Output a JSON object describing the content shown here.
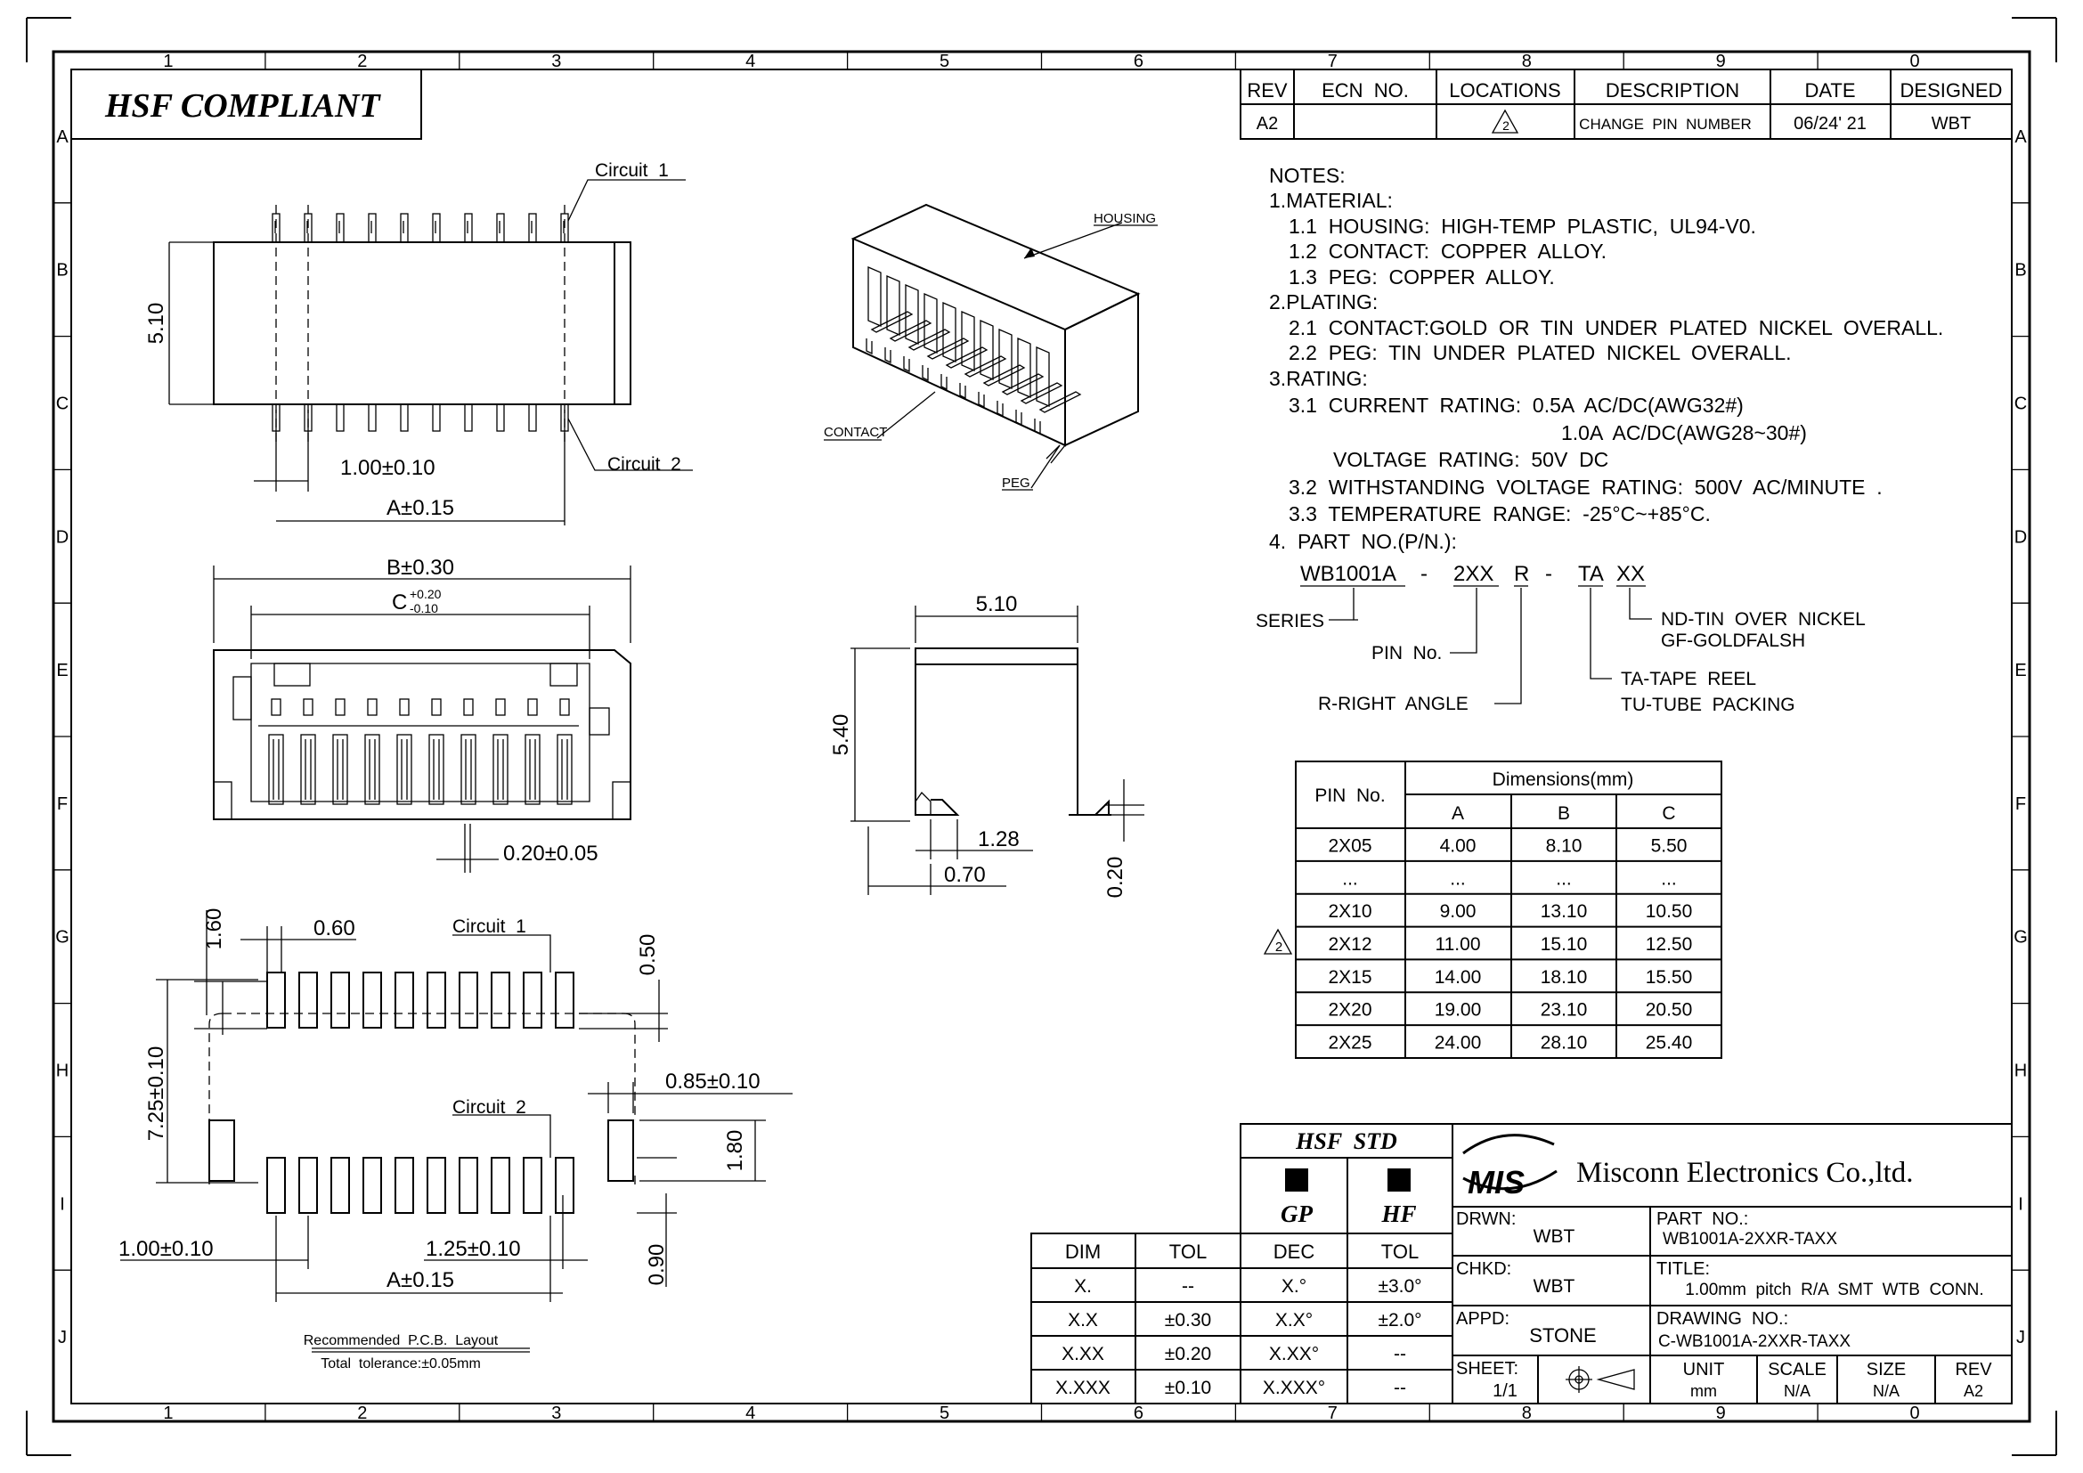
{
  "compliance": "HSF  COMPLIANT",
  "grid": {
    "columns": [
      "1",
      "2",
      "3",
      "4",
      "5",
      "6",
      "7",
      "8",
      "9",
      "0"
    ],
    "rows": [
      "A",
      "B",
      "C",
      "D",
      "E",
      "F",
      "G",
      "H",
      "I",
      "J"
    ]
  },
  "revision_table": {
    "headers": [
      "REV",
      "ECN  NO.",
      "LOCATIONS",
      "DESCRIPTION",
      "DATE",
      "DESIGNED"
    ],
    "row": {
      "rev": "A2",
      "ecn": "",
      "location": "2",
      "description": "CHANGE  PIN  NUMBER",
      "date": "06/24' 21",
      "designed": "WBT"
    }
  },
  "notes": {
    "lines": [
      "NOTES:",
      "1.MATERIAL:",
      "1.1  HOUSING:  HIGH-TEMP  PLASTIC,  UL94-V0.",
      "1.2  CONTACT:  COPPER  ALLOY.",
      "1.3  PEG:  COPPER  ALLOY.",
      "2.PLATING:",
      "2.1  CONTACT:GOLD  OR  TIN  UNDER  PLATED  NICKEL  OVERALL.",
      "2.2  PEG:  TIN  UNDER  PLATED  NICKEL  OVERALL.",
      "3.RATING:",
      "3.1  CURRENT  RATING:  0.5A  AC/DC(AWG32#)",
      "1.0A  AC/DC(AWG28~30#)",
      "VOLTAGE  RATING:  50V  DC",
      "3.2  WITHSTANDING  VOLTAGE  RATING:  500V  AC/MINUTE  .",
      "3.3  TEMPERATURE  RANGE:  -25°C~+85°C.",
      "4.  PART  NO.(P/N.):"
    ]
  },
  "part_number": {
    "segments": [
      "WB1001A",
      "-",
      "2XX",
      "R",
      "-",
      "TA",
      "XX"
    ],
    "labels": {
      "series": "SERIES",
      "pin_no": "PIN  No.",
      "right_angle": "R-RIGHT  ANGLE",
      "plating_nd": "ND-TIN  OVER  NICKEL",
      "plating_gf": "GF-GOLDFALSH",
      "pack_ta": "TA-TAPE  REEL",
      "pack_tu": "TU-TUBE  PACKING"
    }
  },
  "dim_table": {
    "pin_header": "PIN  No.",
    "group_header": "Dimensions(mm)",
    "cols": [
      "A",
      "B",
      "C"
    ],
    "rows": [
      [
        "2X05",
        "4.00",
        "8.10",
        "5.50"
      ],
      [
        "...",
        "...",
        "...",
        "..."
      ],
      [
        "2X10",
        "9.00",
        "13.10",
        "10.50"
      ],
      [
        "2X12",
        "11.00",
        "15.10",
        "12.50"
      ],
      [
        "2X15",
        "14.00",
        "18.10",
        "15.50"
      ],
      [
        "2X20",
        "19.00",
        "23.10",
        "20.50"
      ],
      [
        "2X25",
        "24.00",
        "28.10",
        "25.40"
      ]
    ],
    "revision_mark": "2"
  },
  "top_view": {
    "circuit1": "Circuit  1",
    "circuit2": "Circuit  2",
    "height": "5.10",
    "pitch": "1.00±0.10",
    "a_dim": "A±0.15"
  },
  "front_view": {
    "b_dim": "B±0.30",
    "c_dim": "C",
    "c_plus": "+0.20",
    "c_minus": "-0.10",
    "pin_width": "0.20±0.05"
  },
  "iso_view": {
    "housing": "HOUSING",
    "contact": "CONTACT",
    "peg": "PEG"
  },
  "side_view": {
    "width": "5.10",
    "height": "5.40",
    "d1": "1.28",
    "d2": "0.70",
    "d3": "0.20"
  },
  "pcb_layout": {
    "d160": "1.60",
    "d060": "0.60",
    "d050": "0.50",
    "d725": "7.25±0.10",
    "d085": "0.85±0.10",
    "d180": "1.80",
    "d100": "1.00±0.10",
    "d125": "1.25±0.10",
    "a_dim": "A±0.15",
    "d090": "0.90",
    "circuit1": "Circuit  1",
    "circuit2": "Circuit  2",
    "caption1": "Recommended  P.C.B.  Layout",
    "caption2": "Total  tolerance:±0.05mm"
  },
  "tolerance_table": {
    "headers": [
      "DIM",
      "TOL",
      "DEC",
      "TOL"
    ],
    "rows": [
      [
        "X.",
        "--",
        "X.°",
        "±3.0°"
      ],
      [
        "X.X",
        "±0.30",
        "X.X°",
        "±2.0°"
      ],
      [
        "X.XX",
        "±0.20",
        "X.XX°",
        "--"
      ],
      [
        "X.XXX",
        "±0.10",
        "X.XXX°",
        "--"
      ]
    ]
  },
  "hsf_std": {
    "title": "HSF  STD",
    "gp": "GP",
    "hf": "HF"
  },
  "title_block": {
    "logo": "MIS",
    "company": "Misconn Electronics Co.,ltd.",
    "drwn_label": "DRWN:",
    "drwn": "WBT",
    "chkd_label": "CHKD:",
    "chkd": "WBT",
    "appd_label": "APPD:",
    "appd": "STONE",
    "sheet_label": "SHEET:",
    "sheet": "1/1",
    "part_label": "PART  NO.:",
    "part": "WB1001A-2XXR-TAXX",
    "title_label": "TITLE:",
    "title": "1.00mm  pitch  R/A  SMT  WTB  CONN.",
    "drawing_label": "DRAWING  NO.:",
    "drawing": "C-WB1001A-2XXR-TAXX",
    "unit_label": "UNIT",
    "unit": "mm",
    "scale_label": "SCALE",
    "scale": "N/A",
    "size_label": "SIZE",
    "size": "N/A",
    "rev_label": "REV",
    "rev": "A2"
  }
}
